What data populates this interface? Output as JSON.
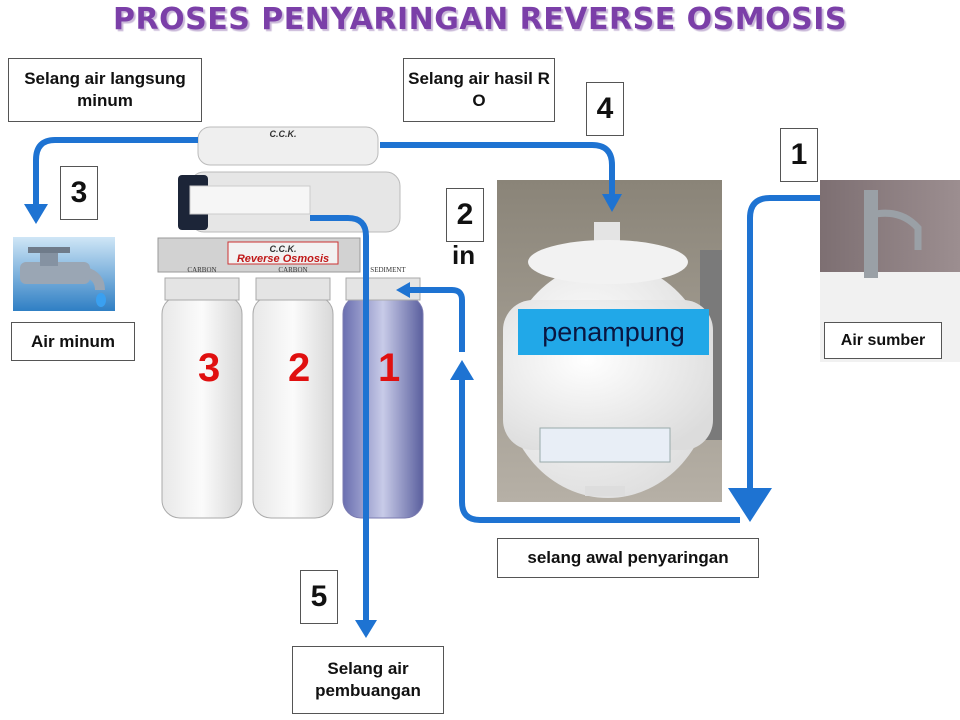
{
  "title": "PROSES PENYARINGAN REVERSE OSMOSIS",
  "labels": {
    "hose_drink": "Selang air langsung minum",
    "hose_ro": "Selang air hasil R O",
    "air_minum": "Air minum",
    "air_sumber": "Air sumber",
    "selang_awal": "selang awal penyaringan",
    "selang_buang": "Selang air pembuangan",
    "penampung": "penampung",
    "in": "in"
  },
  "steps": [
    "1",
    "2",
    "3",
    "4",
    "5"
  ],
  "filter_numbers": [
    "3",
    "2",
    "1"
  ],
  "device_text": {
    "brand": "C.C.K.",
    "product": "Reverse Osmosis",
    "housing_labels": [
      "CARBON",
      "CARBON",
      "SEDIMENT"
    ]
  },
  "colors": {
    "title": "#7b3fa8",
    "arrow": "#1e73d2",
    "filter_number": "#e01010",
    "tank_label_bg": "#21a8e8"
  }
}
